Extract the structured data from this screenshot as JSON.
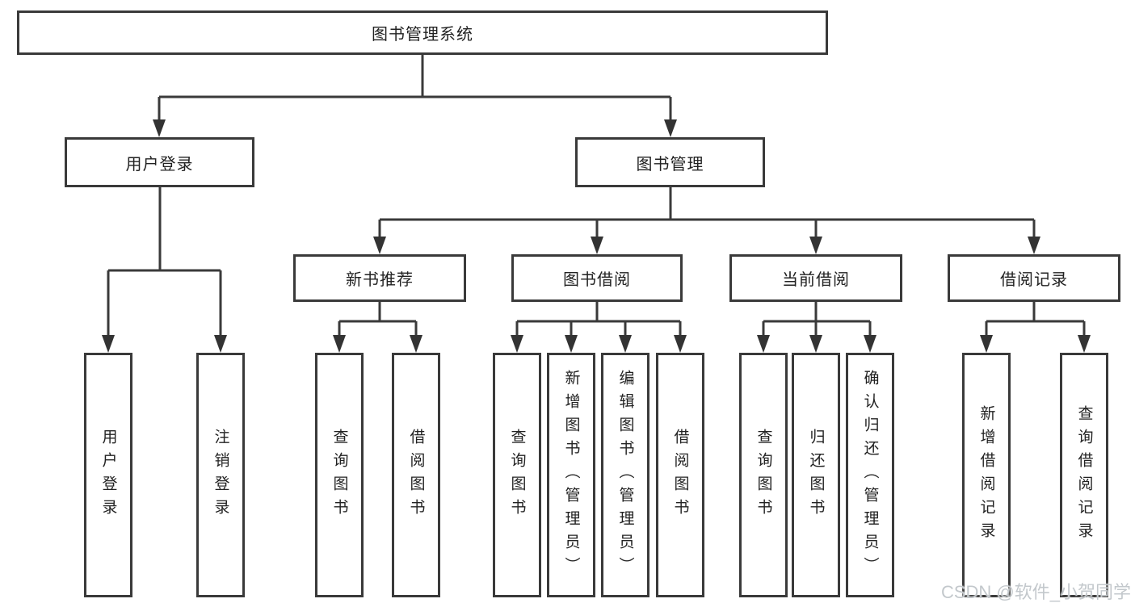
{
  "diagram": {
    "watermark": "CSDN @软件_小贺同学",
    "tree": {
      "label": "图书管理系统",
      "children": [
        {
          "label": "用户登录",
          "children": [
            {
              "label": "用户登录"
            },
            {
              "label": "注销登录"
            }
          ]
        },
        {
          "label": "图书管理",
          "children": [
            {
              "label": "新书推荐",
              "children": [
                {
                  "label": "查询图书"
                },
                {
                  "label": "借阅图书"
                }
              ]
            },
            {
              "label": "图书借阅",
              "children": [
                {
                  "label": "查询图书"
                },
                {
                  "label": "新增图书（管理员）"
                },
                {
                  "label": "编辑图书（管理员）"
                },
                {
                  "label": "借阅图书"
                }
              ]
            },
            {
              "label": "当前借阅",
              "children": [
                {
                  "label": "查询图书"
                },
                {
                  "label": "归还图书"
                },
                {
                  "label": "确认归还（管理员）"
                }
              ]
            },
            {
              "label": "借阅记录",
              "children": [
                {
                  "label": "新增借阅记录"
                },
                {
                  "label": "查询借阅记录"
                }
              ]
            }
          ]
        }
      ]
    }
  }
}
